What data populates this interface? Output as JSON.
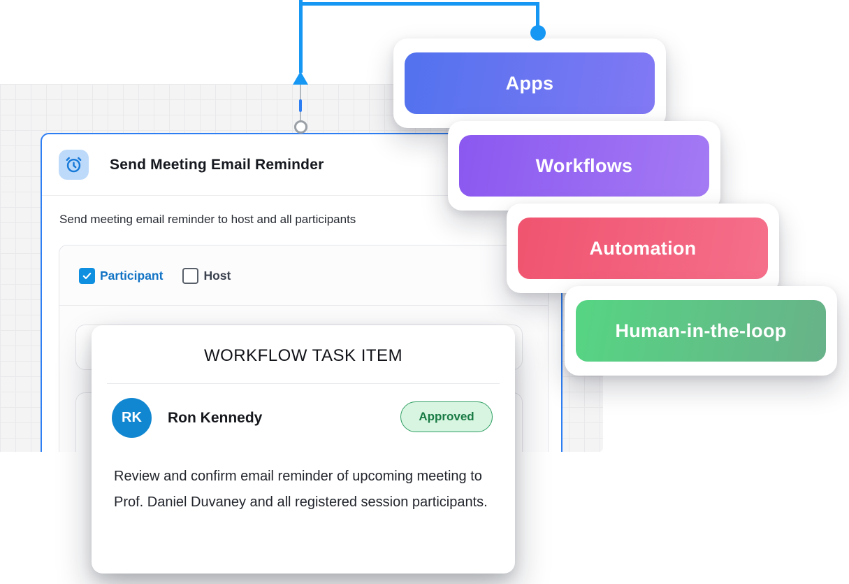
{
  "node_card": {
    "title": "Send Meeting Email Reminder",
    "icon": "alarm-clock-icon",
    "description": "Send meeting email reminder to host and all participants",
    "options": [
      {
        "label": "Participant",
        "checked": true
      },
      {
        "label": "Host",
        "checked": false
      }
    ]
  },
  "task_card": {
    "title": "WORKFLOW TASK ITEM",
    "assignee": {
      "initials": "RK",
      "name": "Ron Kennedy"
    },
    "status_label": "Approved",
    "description": "Review and confirm email reminder of upcoming meeting to Prof. Daniel Duvaney and all registered session participants."
  },
  "pills": [
    {
      "label": "Apps",
      "gradient": [
        "#5272ee",
        "#8278f4"
      ],
      "style": "background:linear-gradient(100deg,#5272ee,#8278f4)"
    },
    {
      "label": "Workflows",
      "gradient": [
        "#8b58f0",
        "#a47af4"
      ],
      "style": "background:linear-gradient(100deg,#8b58f0,#a47af4)"
    },
    {
      "label": "Automation",
      "gradient": [
        "#f0546f",
        "#f56f8b"
      ],
      "style": "background:linear-gradient(100deg,#f0546f,#f56f8b)"
    },
    {
      "label": "Human-in-the-loop",
      "gradient": [
        "#56d583",
        "#68b289"
      ],
      "style": "background:linear-gradient(100deg,#56d583,#68b289)"
    }
  ],
  "colors": {
    "connector_blue": "#1697f3",
    "node_border_blue": "#2e7ef3",
    "checkbox_blue": "#0f8fe0",
    "participant_text_blue": "#1173c4",
    "icon_tile_blue": "#bedafa",
    "icon_blue": "#1779d8",
    "avatar_blue": "#1287d1",
    "approved_bg_green": "#d8f5e1",
    "approved_border_green": "#2f9e63",
    "approved_text_green": "#187a44",
    "alert_red": "#e2444e",
    "canvas_gray": "#f4f4f5",
    "grid_line_gray": "#e9e9eb"
  }
}
